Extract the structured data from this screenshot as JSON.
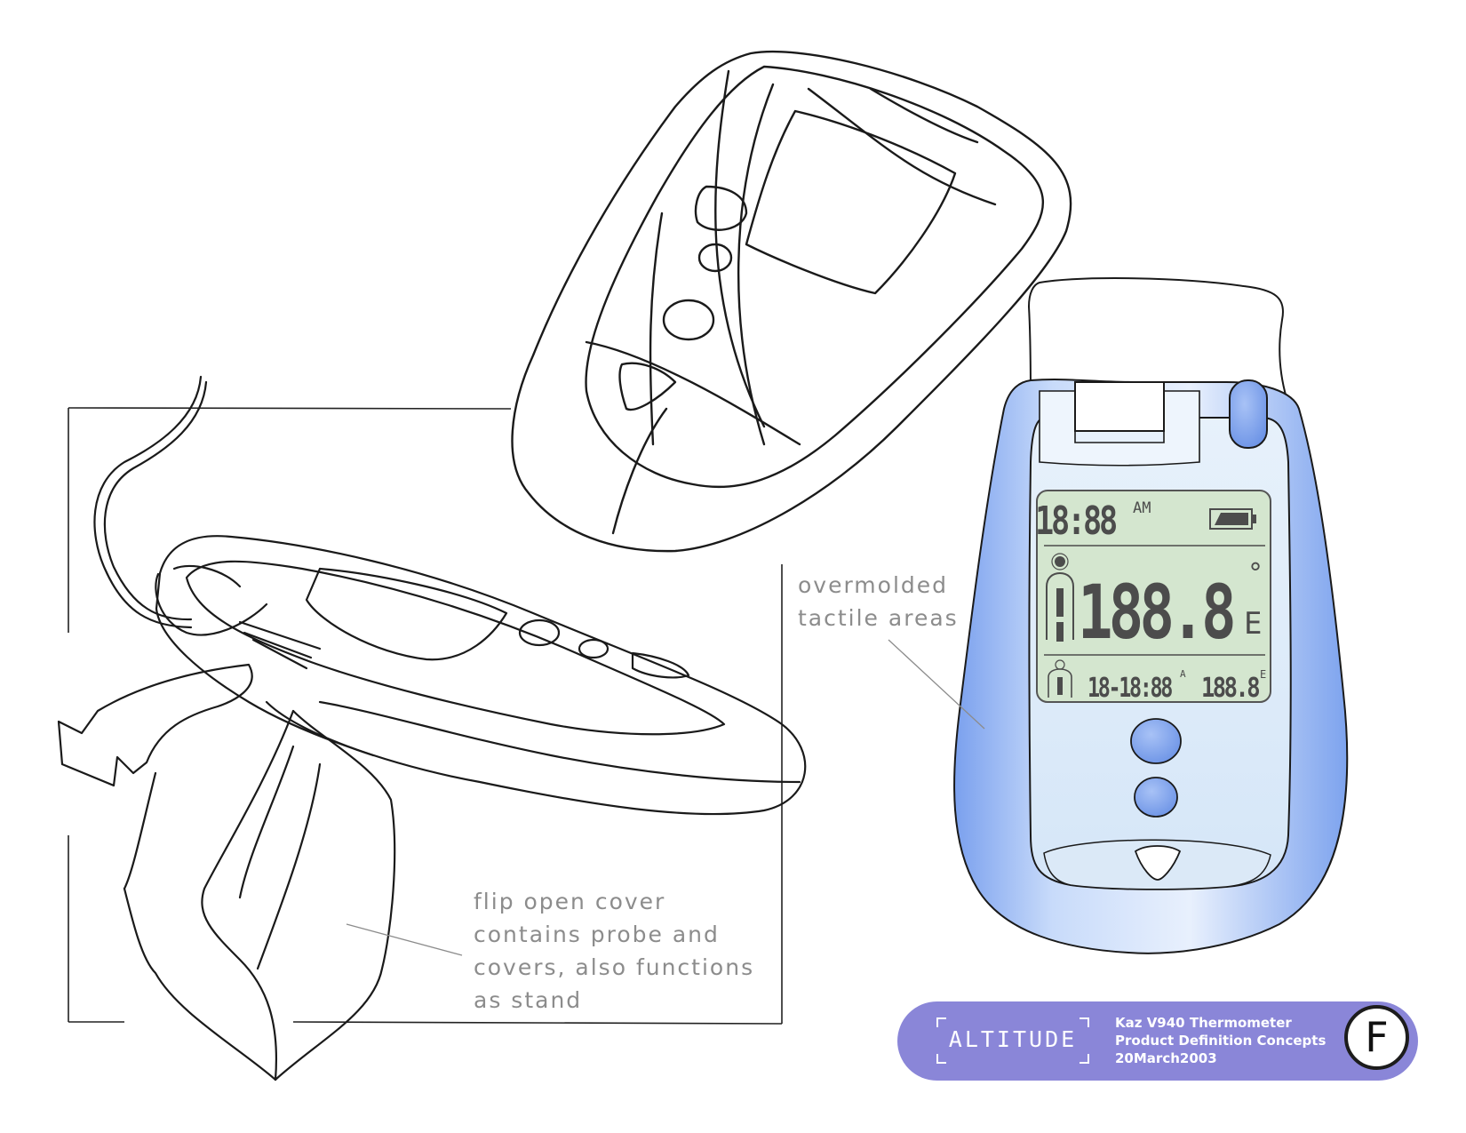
{
  "annotations": {
    "overmolded": [
      "overmolded",
      "tactile areas"
    ],
    "flip_cover": [
      "flip open cover",
      "contains probe and",
      "covers, also functions",
      "as stand"
    ]
  },
  "lcd": {
    "time": "18:88",
    "ampm": "AM",
    "temperature": "188.8",
    "degree": "°",
    "unit": "E",
    "memory_time": "18-18:88",
    "memory_ampm": "A",
    "memory_temperature": "188.8",
    "memory_unit": "E"
  },
  "title_block": {
    "logo": "ALTITUDE",
    "lines": [
      "Kaz V940 Thermometer",
      "Product Definition Concepts",
      "20March2003"
    ],
    "revision": "F"
  },
  "colors": {
    "device_blue": "#8fb2f2",
    "lcd_green": "#d4e6cf",
    "title_block_purple": "#8a86d8",
    "annotation_gray": "#8c8c8c"
  }
}
